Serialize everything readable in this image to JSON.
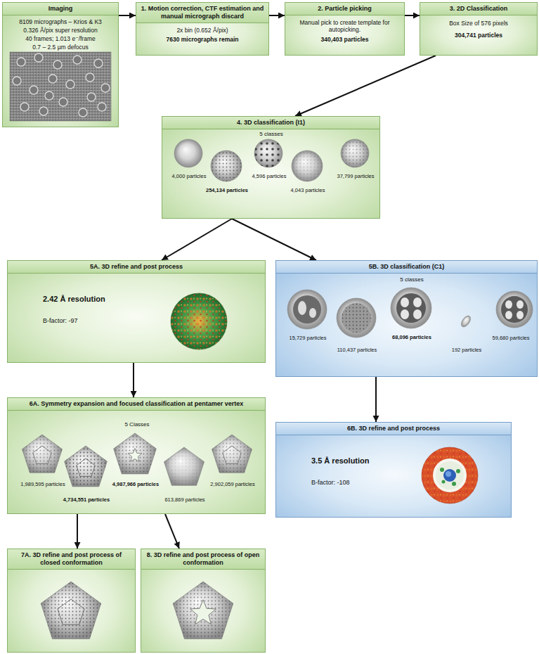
{
  "diagram": {
    "nodes": [
      {
        "text": [
          "Imaging",
          "8109 micrographs – Krios & K3",
          "0.326 Å/pix super resolution",
          "40 frames; 1.013 e⁻/frame",
          "0.7 – 2.5 µm defocus"
        ]
      },
      {
        "text": [
          "1. Motion correction, CTF estimation and manual micrograph discard",
          "2x bin (0.652 Å/pix)",
          "7630 micrographs remain"
        ]
      },
      {
        "text": [
          "2. Particle picking",
          "Manual pick to create template for autopicking.",
          "340,403 particles"
        ]
      },
      {
        "text": [
          "3. 2D Classification",
          "Box Size of 576 pixels",
          "304,741 particles"
        ]
      },
      {
        "text": [
          "4. 3D classification (I1)",
          "5 classes",
          "4,000 particles",
          "254,134 particles",
          "4,596 particles",
          "4,043 particles",
          "37,799 particles"
        ]
      },
      {
        "text": [
          "5A. 3D refine and post process",
          "2.42 Å resolution",
          "B-factor: -97"
        ]
      },
      {
        "text": [
          "5B. 3D classification (C1)",
          "5 classes",
          "15,729 particles",
          "110,437 particles",
          "68,096 particles",
          "192 particles",
          "59,680 particles"
        ]
      },
      {
        "text": [
          "6A. Symmetry expansion and focused classification at pentamer vertex",
          "5 Classes",
          "1,989,595 particles",
          "4,734,551 particles",
          "4,987,966 particles",
          "613,869 particles",
          "2,902,059 particles"
        ]
      },
      {
        "text": [
          "6B. 3D refine and post process",
          "3.5 Å resolution",
          "B-factor: -108"
        ]
      },
      {
        "text": [
          "7A. 3D refine and post process of closed conformation"
        ]
      },
      {
        "text": [
          "8. 3D refine and post process of open conformation"
        ]
      }
    ],
    "edges": [
      {
        "from": 0,
        "to": 1,
        "arrow": "to"
      },
      {
        "from": 1,
        "to": 2,
        "arrow": "to"
      },
      {
        "from": 2,
        "to": 3,
        "arrow": "to"
      },
      {
        "from": 3,
        "to": 4,
        "arrow": "to"
      },
      {
        "from": 4,
        "to": 5,
        "arrow": "to"
      },
      {
        "from": 4,
        "to": 6,
        "arrow": "to"
      },
      {
        "from": 5,
        "to": 7,
        "arrow": "to"
      },
      {
        "from": 6,
        "to": 8,
        "arrow": "to"
      },
      {
        "from": 7,
        "to": 9,
        "arrow": "to"
      },
      {
        "from": 7,
        "to": 10,
        "arrow": "to"
      }
    ]
  }
}
